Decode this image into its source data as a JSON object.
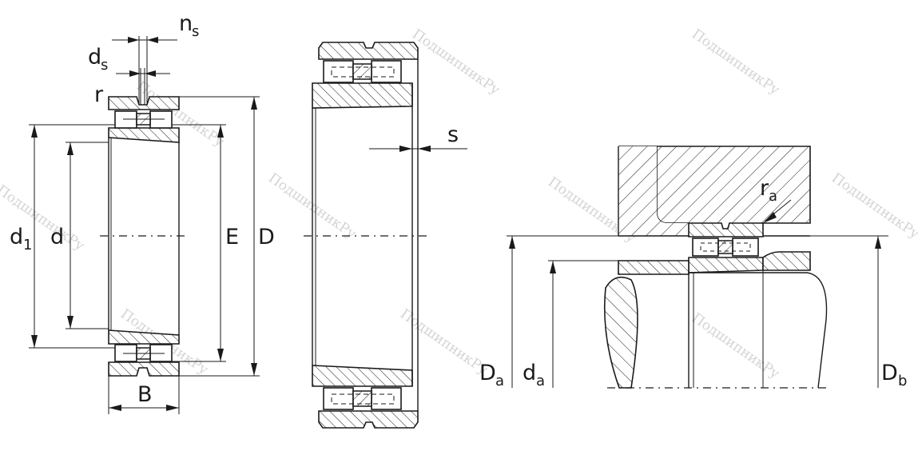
{
  "labels": {
    "ns": "n",
    "ns_sub": "s",
    "ds": "d",
    "ds_sub": "s",
    "r": "r",
    "d1": "d",
    "d1_sub": "1",
    "d": "d",
    "E": "E",
    "D": "D",
    "B": "B",
    "s": "s",
    "ra": "r",
    "ra_sub": "a",
    "Da": "D",
    "Da_sub": "a",
    "da": "d",
    "da_sub": "a",
    "Db": "D",
    "Db_sub": "b"
  },
  "watermark": "ПодшипникРу",
  "colors": {
    "line": "#1a1a1a",
    "watermark": "#d4d4d4",
    "background": "#ffffff"
  }
}
